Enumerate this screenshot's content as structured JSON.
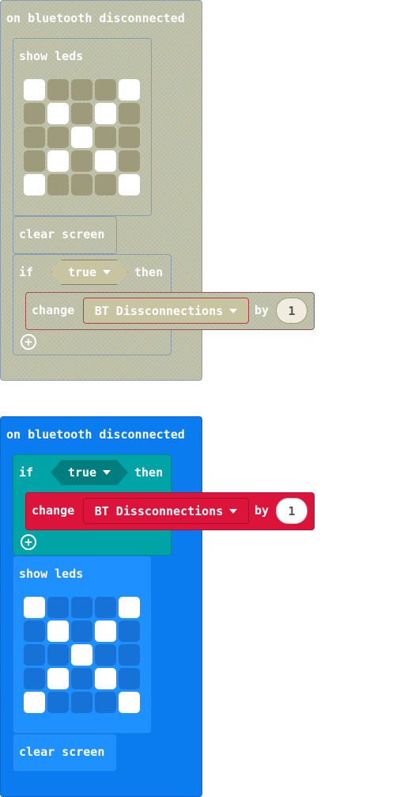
{
  "disabled_group": {
    "event_label": "on bluetooth disconnected",
    "show_leds_label": "show leds",
    "leds": [
      1,
      0,
      0,
      0,
      1,
      0,
      1,
      0,
      1,
      0,
      0,
      0,
      1,
      0,
      0,
      0,
      1,
      0,
      1,
      0,
      1,
      0,
      0,
      0,
      1
    ],
    "clear_screen_label": "clear screen",
    "if_label": "if",
    "condition": "true",
    "then_label": "then",
    "change_label": "change",
    "variable": "BT Dissconnections",
    "by_label": "by",
    "amount": "1"
  },
  "enabled_group": {
    "event_label": "on bluetooth disconnected",
    "if_label": "if",
    "condition": "true",
    "then_label": "then",
    "change_label": "change",
    "variable": "BT Dissconnections",
    "by_label": "by",
    "amount": "1",
    "show_leds_label": "show leds",
    "leds": [
      1,
      0,
      0,
      0,
      1,
      0,
      1,
      0,
      1,
      0,
      0,
      0,
      1,
      0,
      0,
      0,
      1,
      0,
      1,
      0,
      1,
      0,
      0,
      0,
      1
    ],
    "clear_screen_label": "clear screen"
  },
  "colors": {
    "event": "#0a7cf0",
    "basic": "#1e90ff",
    "logic": "#00a4a6",
    "variables": "#dc143c",
    "disabled": "#c8c3a0"
  }
}
